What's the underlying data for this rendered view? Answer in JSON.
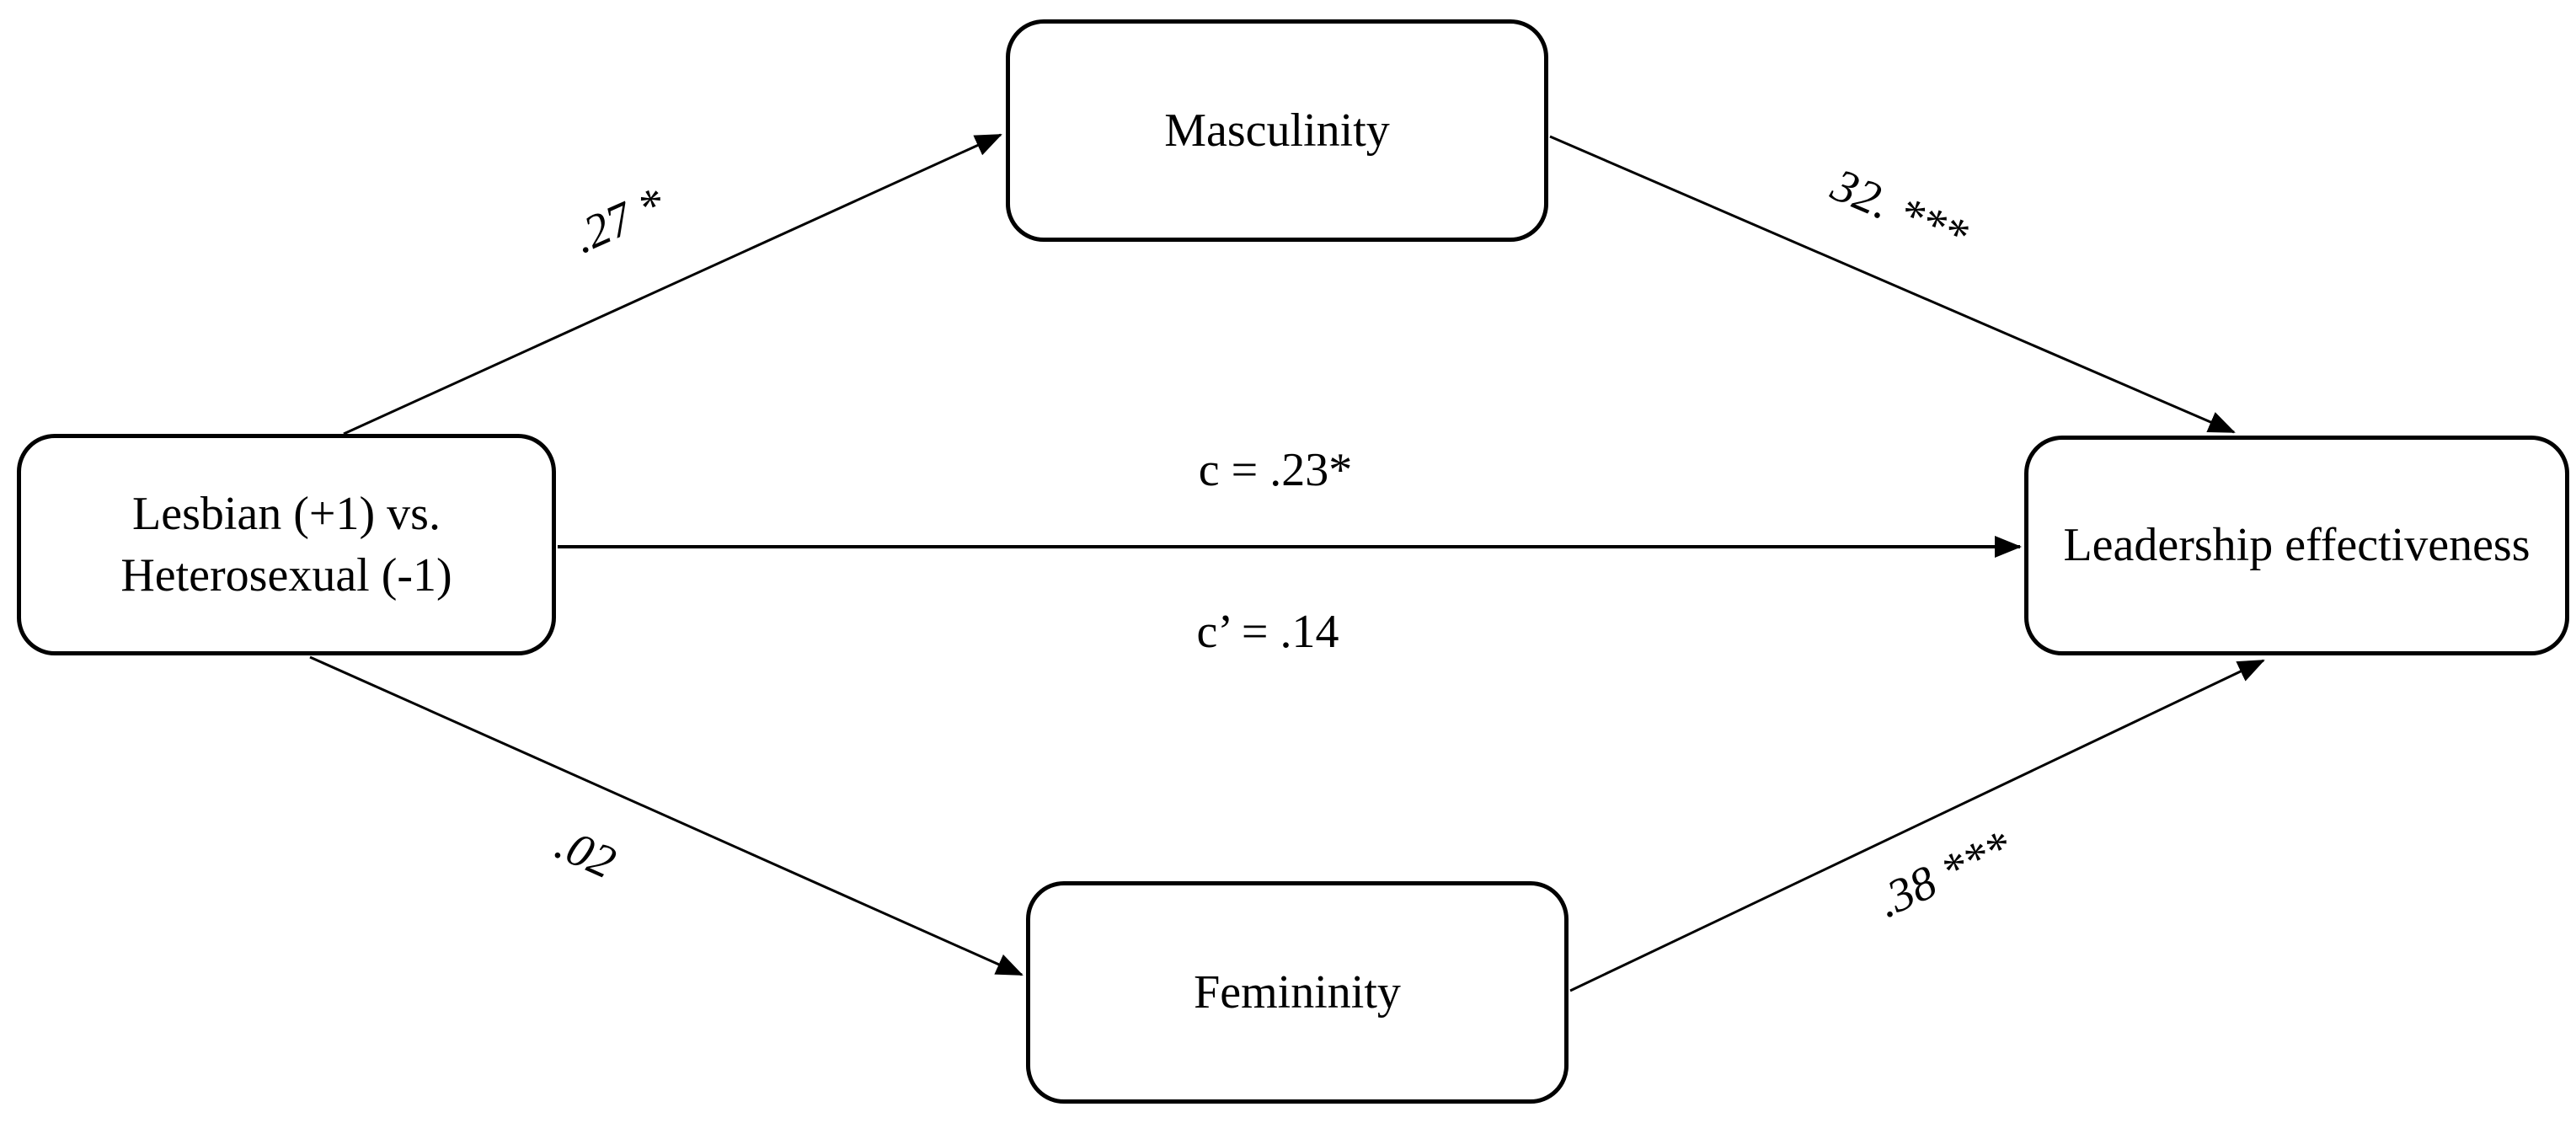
{
  "diagram": {
    "type": "mediation-path-model",
    "background_color": "#ffffff",
    "line_color": "#000000",
    "nodes": [
      {
        "id": "predictor",
        "label_line1": "Lesbian (+1) vs.",
        "label_line2": "Heterosexual (-1)"
      },
      {
        "id": "masculinity",
        "label": "Masculinity"
      },
      {
        "id": "femininity",
        "label": "Femininity"
      },
      {
        "id": "outcome",
        "label": "Leadership effectiveness"
      }
    ],
    "edges": [
      {
        "id": "predictor-to-masculinity",
        "label": ".27 *"
      },
      {
        "id": "masculinity-to-outcome",
        "label": "32. ***"
      },
      {
        "id": "direct-effect",
        "label": "c = .23*"
      },
      {
        "id": "direct-effect-prime",
        "label": "c’ = .14"
      },
      {
        "id": "predictor-to-femininity",
        "label": ".02"
      },
      {
        "id": "femininity-to-outcome",
        "label": ".38 ***"
      }
    ]
  }
}
